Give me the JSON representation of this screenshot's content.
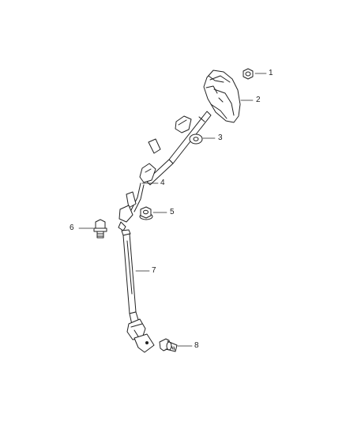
{
  "callouts": {
    "c1": "1",
    "c2": "2",
    "c3": "3",
    "c4": "4",
    "c5": "5",
    "c6": "6",
    "c7": "7",
    "c8": "8"
  },
  "colors": {
    "line": "#222222",
    "fill": "#ffffff"
  }
}
